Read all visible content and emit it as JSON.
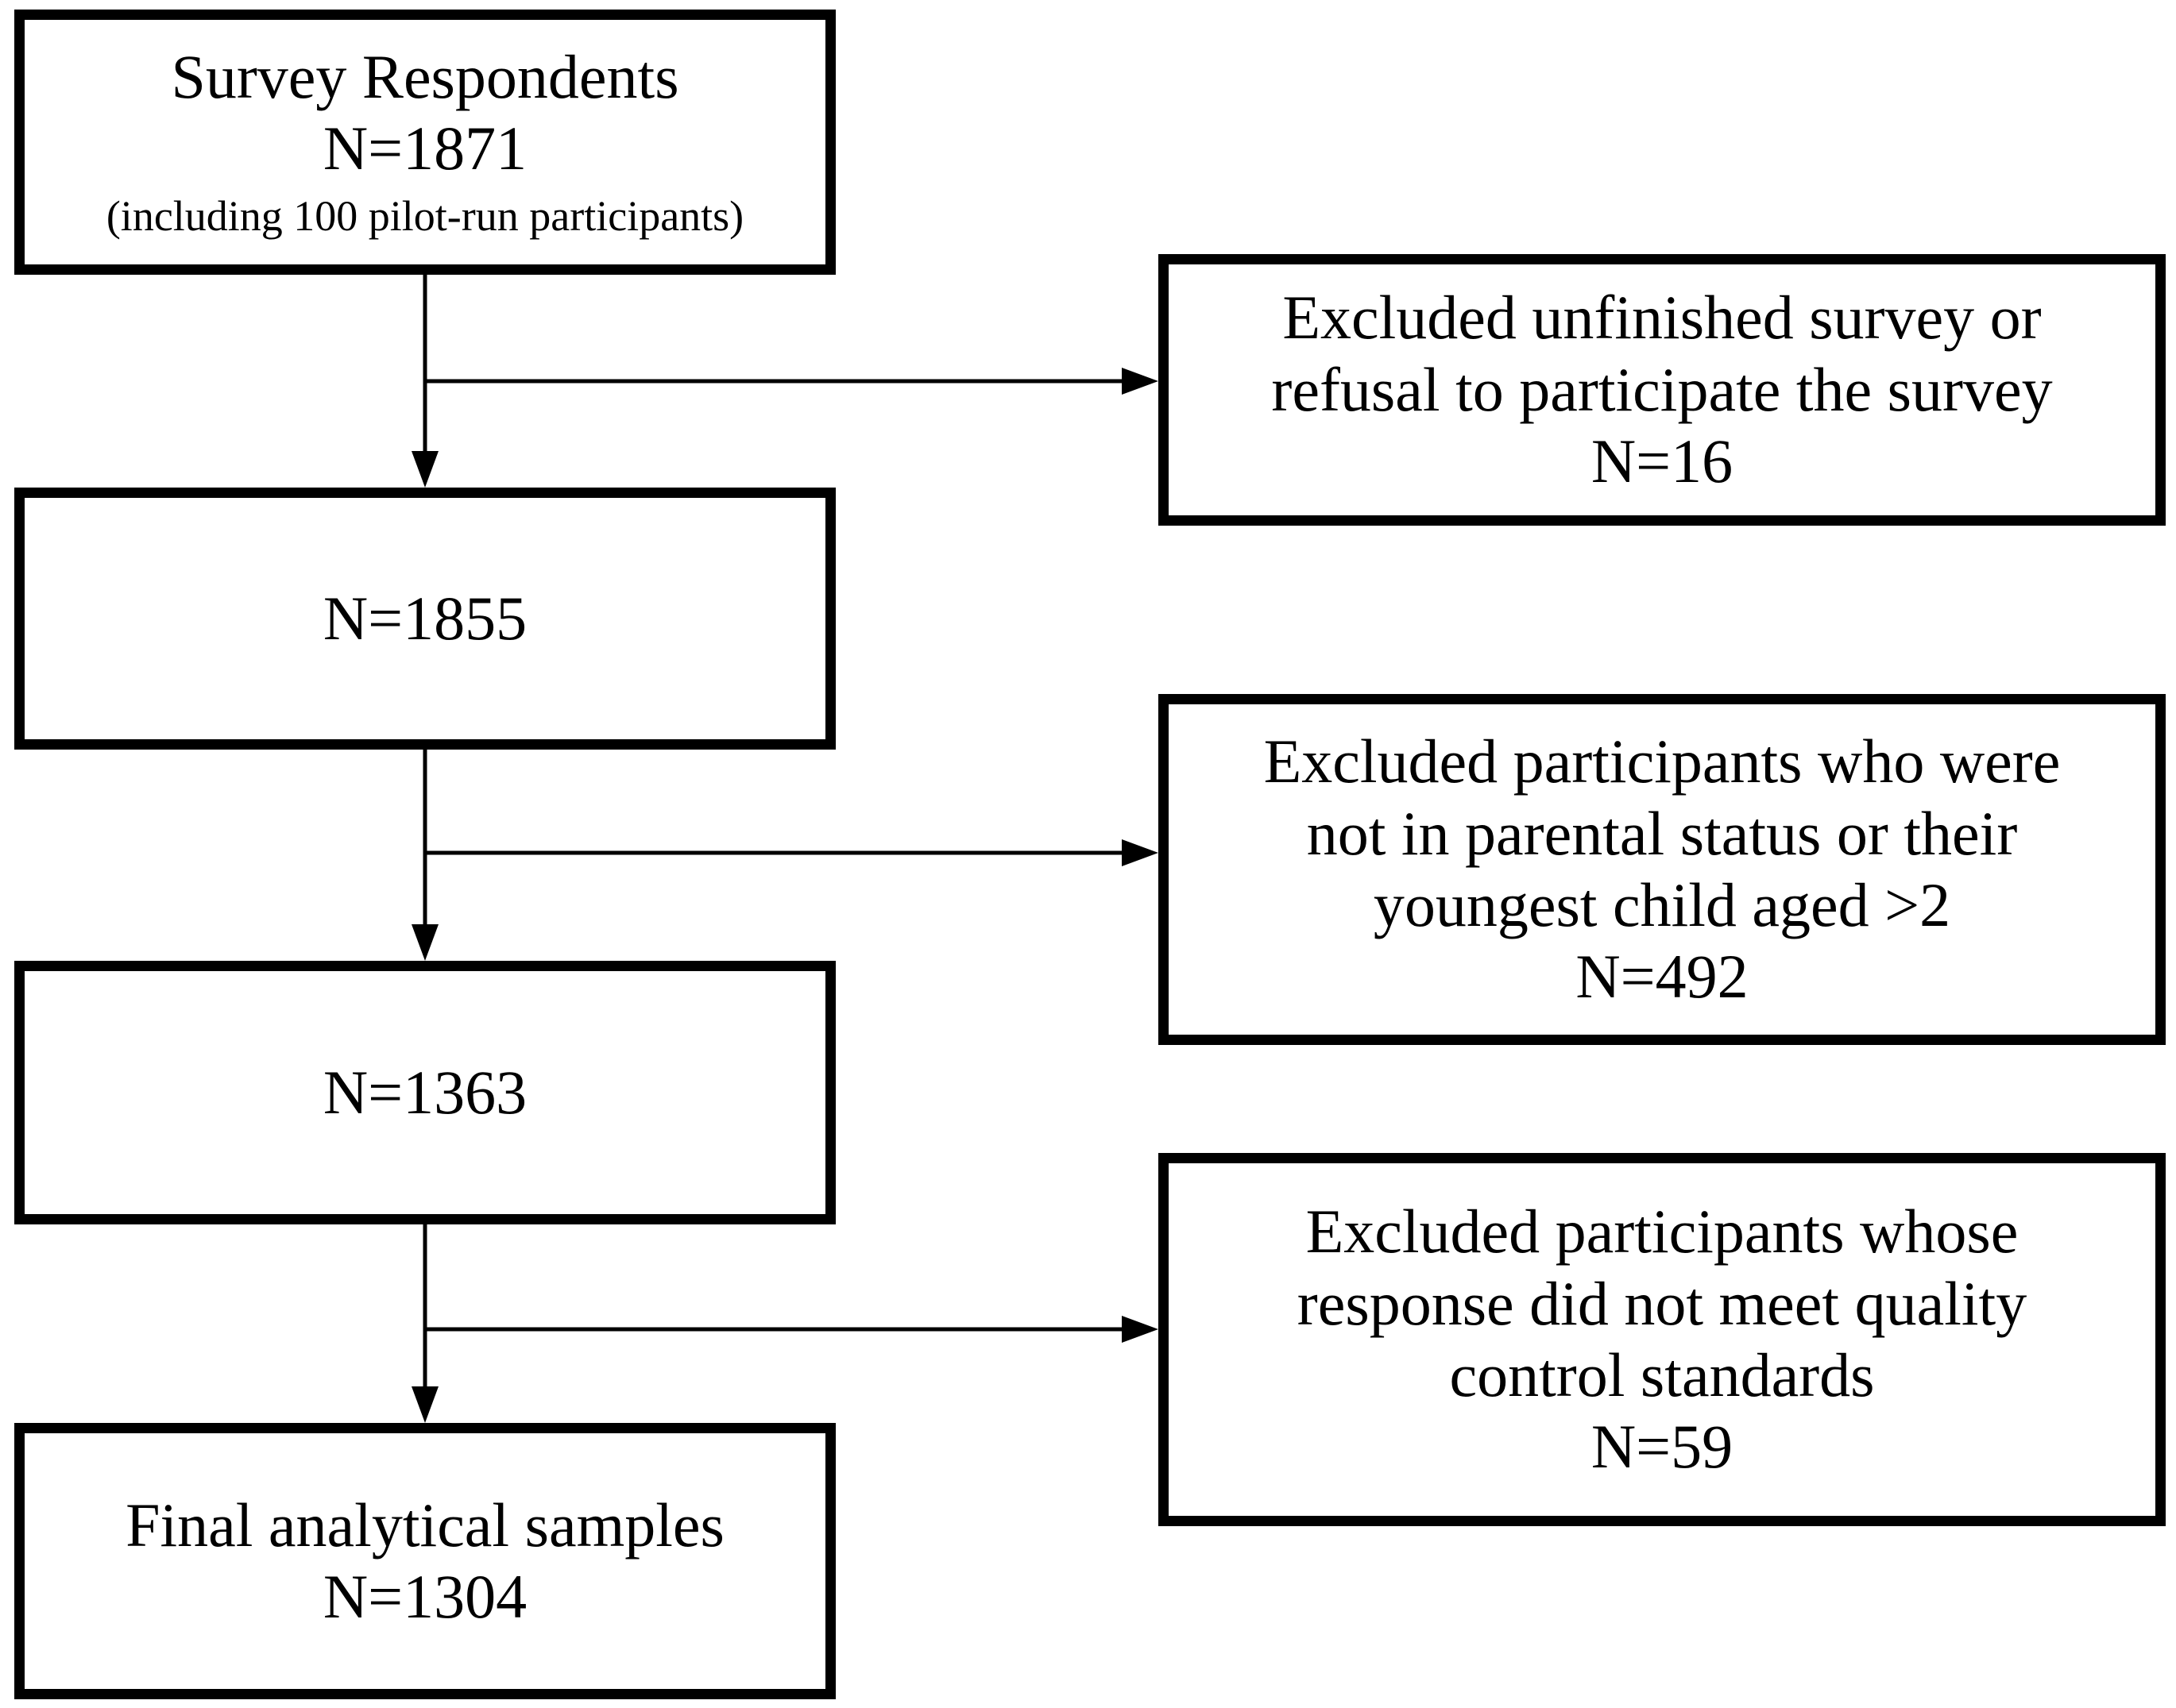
{
  "figure_type": "participant-flow-diagram",
  "colors": {
    "background": "#ffffff",
    "box_border": "#000000",
    "text": "#000000",
    "arrow": "#000000"
  },
  "boxes": {
    "survey": {
      "title": "Survey Respondents",
      "n": "N=1871",
      "note": "(including 100 pilot-run participants)"
    },
    "step2": {
      "n": "N=1855"
    },
    "step3": {
      "n": "N=1363"
    },
    "final": {
      "title": "Final analytical samples",
      "n": "N=1304"
    },
    "excluded1": {
      "line1": "Excluded unfinished survey or",
      "line2": "refusal to participate the survey",
      "n": "N=16"
    },
    "excluded2": {
      "line1": "Excluded participants who were",
      "line2": "not in parental status or their",
      "line3": "youngest child aged >2",
      "n": "N=492"
    },
    "excluded3": {
      "line1": "Excluded participants whose",
      "line2": "response did not meet quality",
      "line3": "control standards",
      "n": "N=59"
    }
  },
  "edges": [
    {
      "from": "survey",
      "to": "step2",
      "type": "down-arrow"
    },
    {
      "from": "survey",
      "to": "excluded1",
      "type": "right-arrow"
    },
    {
      "from": "step2",
      "to": "step3",
      "type": "down-arrow"
    },
    {
      "from": "step2",
      "to": "excluded2",
      "type": "right-arrow"
    },
    {
      "from": "step3",
      "to": "final",
      "type": "down-arrow"
    },
    {
      "from": "step3",
      "to": "excluded3",
      "type": "right-arrow"
    }
  ]
}
